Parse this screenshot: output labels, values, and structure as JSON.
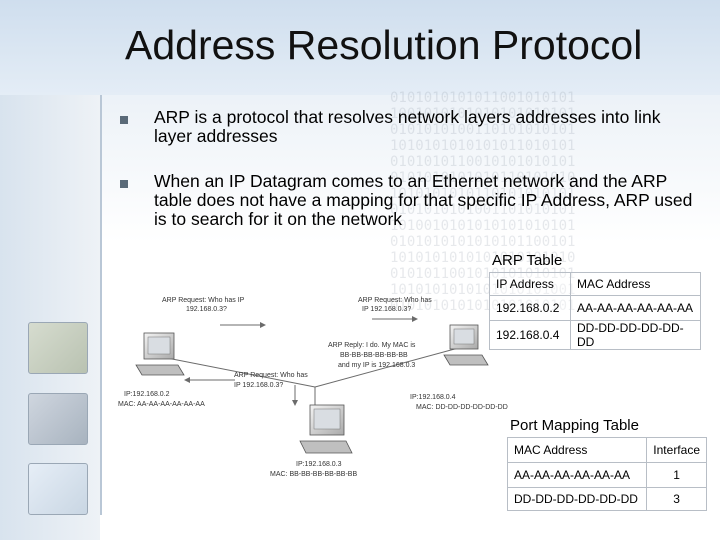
{
  "title": "Address Resolution Protocol",
  "bullets": [
    "ARP is a protocol that resolves network layers addresses into link layer addresses",
    "When an IP Datagram comes to an Ethernet network and the ARP table does not have a mapping for that specific IP Address, ARP used is to search for it on the network"
  ],
  "arp_table": {
    "caption": "ARP Table",
    "header": [
      "IP Address",
      "MAC Address"
    ],
    "rows": [
      [
        "192.168.0.2",
        "AA-AA-AA-AA-AA-AA"
      ],
      [
        "192.168.0.4",
        "DD-DD-DD-DD-DD-DD"
      ]
    ]
  },
  "port_table": {
    "caption": "Port Mapping Table",
    "header": [
      "MAC Address",
      "Interface"
    ],
    "rows": [
      [
        "AA-AA-AA-AA-AA-AA",
        "1"
      ],
      [
        "DD-DD-DD-DD-DD-DD",
        "3"
      ]
    ]
  },
  "diagram": {
    "req_left": [
      "ARP Request: Who has IP",
      "192.168.0.3?"
    ],
    "req_right": [
      "ARP Request: Who has",
      "IP 192.168.0.3?"
    ],
    "reply": [
      "ARP Reply: I do. My MAC is",
      "BB-BB-BB-BB-BB-BB",
      "and my IP is 192.168.0.3"
    ],
    "req_mid": [
      "ARP Request: Who has",
      "IP 192.168.0.3?"
    ],
    "host_a": [
      "IP:192.168.0.2",
      "MAC: AA-AA-AA-AA-AA-AA"
    ],
    "host_b": [
      "IP:192.168.0.3",
      "MAC: BB-BB-BB-BB-BB-BB"
    ],
    "host_d": [
      "IP:192.168.0.4",
      "MAC: DD-DD-DD-DD-DD-DD"
    ]
  },
  "colors": {
    "title": "#111111",
    "bullet": "#5a6a78",
    "line": "#6b6b6b"
  }
}
